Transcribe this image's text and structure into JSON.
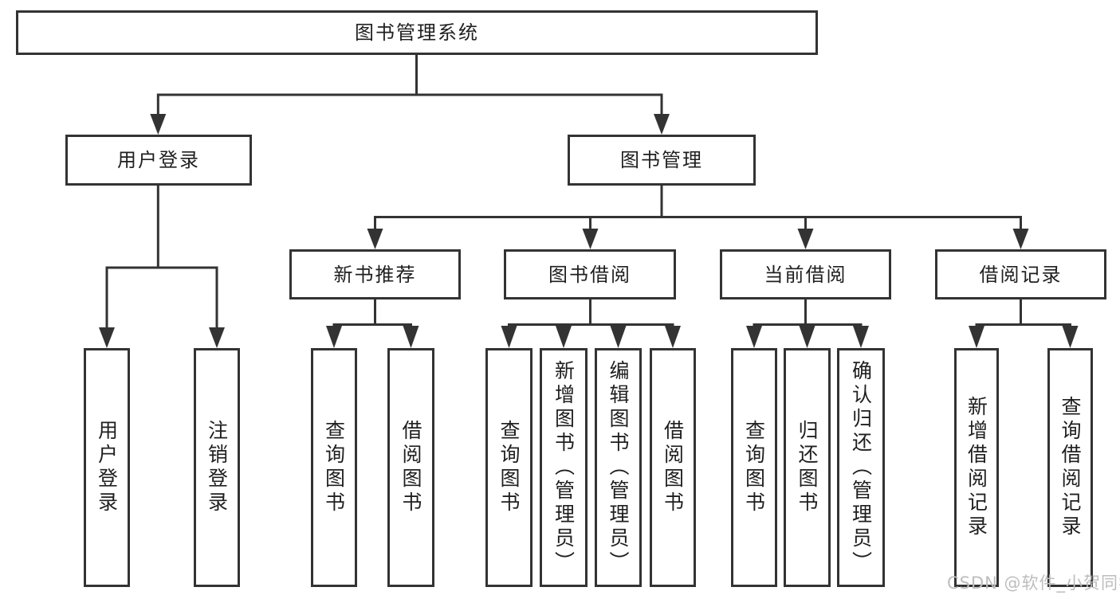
{
  "tree": {
    "root": {
      "label": "图书管理系统"
    },
    "branches": [
      {
        "label": "用户登录",
        "children": [
          {
            "label": "用户登录"
          },
          {
            "label": "注销登录"
          }
        ]
      },
      {
        "label": "图书管理",
        "children": [
          {
            "label": "新书推荐",
            "children": [
              {
                "label": "查询图书"
              },
              {
                "label": "借阅图书"
              }
            ]
          },
          {
            "label": "图书借阅",
            "children": [
              {
                "label": "查询图书"
              },
              {
                "label": "新增图书（管理员）"
              },
              {
                "label": "编辑图书（管理员）"
              },
              {
                "label": "借阅图书"
              }
            ]
          },
          {
            "label": "当前借阅",
            "children": [
              {
                "label": "查询图书"
              },
              {
                "label": "归还图书"
              },
              {
                "label": "确认归还（管理员）"
              }
            ]
          },
          {
            "label": "借阅记录",
            "children": [
              {
                "label": "新增借阅记录"
              },
              {
                "label": "查询借阅记录"
              }
            ]
          }
        ]
      }
    ]
  },
  "watermark": {
    "text": "CSDN @软件_小贺同学"
  },
  "colors": {
    "line": "#333333",
    "text": "#1f1f1f",
    "box_border": "#333333",
    "box_fill": "#ffffff",
    "background": "#ffffff",
    "watermark": "#bdbdbd"
  }
}
